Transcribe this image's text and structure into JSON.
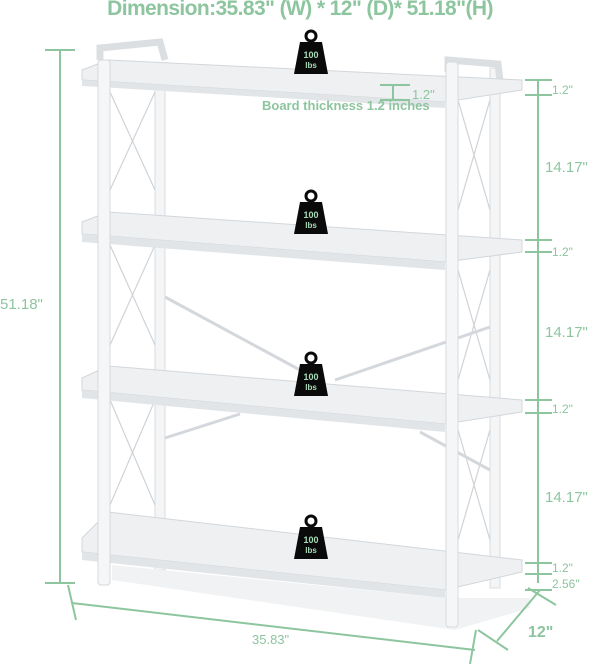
{
  "title": "Dimension:35.83\" (W) * 12\" (D)* 51.18\"(H)",
  "colors": {
    "dimension": "#8dc59f",
    "board": "#eef0f2",
    "frame": "#f4f5f6",
    "weight": "#0a0a0a"
  },
  "annotations": {
    "board_thickness_label": "Board thickness 1.2 inches",
    "board_thickness_value": "1.2\"",
    "total_height": "51.18\"",
    "width": "35.83\"",
    "depth": "12\"",
    "right_dims": [
      "1.2\"",
      "14.17\"",
      "1.2\"",
      "14.17\"",
      "1.2\"",
      "14.17\"",
      "1.2\"",
      "2.56\""
    ]
  },
  "shelves": [
    {
      "tier": 1,
      "weight_value": "100",
      "weight_unit": "lbs"
    },
    {
      "tier": 2,
      "weight_value": "100",
      "weight_unit": "lbs"
    },
    {
      "tier": 3,
      "weight_value": "100",
      "weight_unit": "lbs"
    },
    {
      "tier": 4,
      "weight_value": "100",
      "weight_unit": "lbs"
    }
  ]
}
